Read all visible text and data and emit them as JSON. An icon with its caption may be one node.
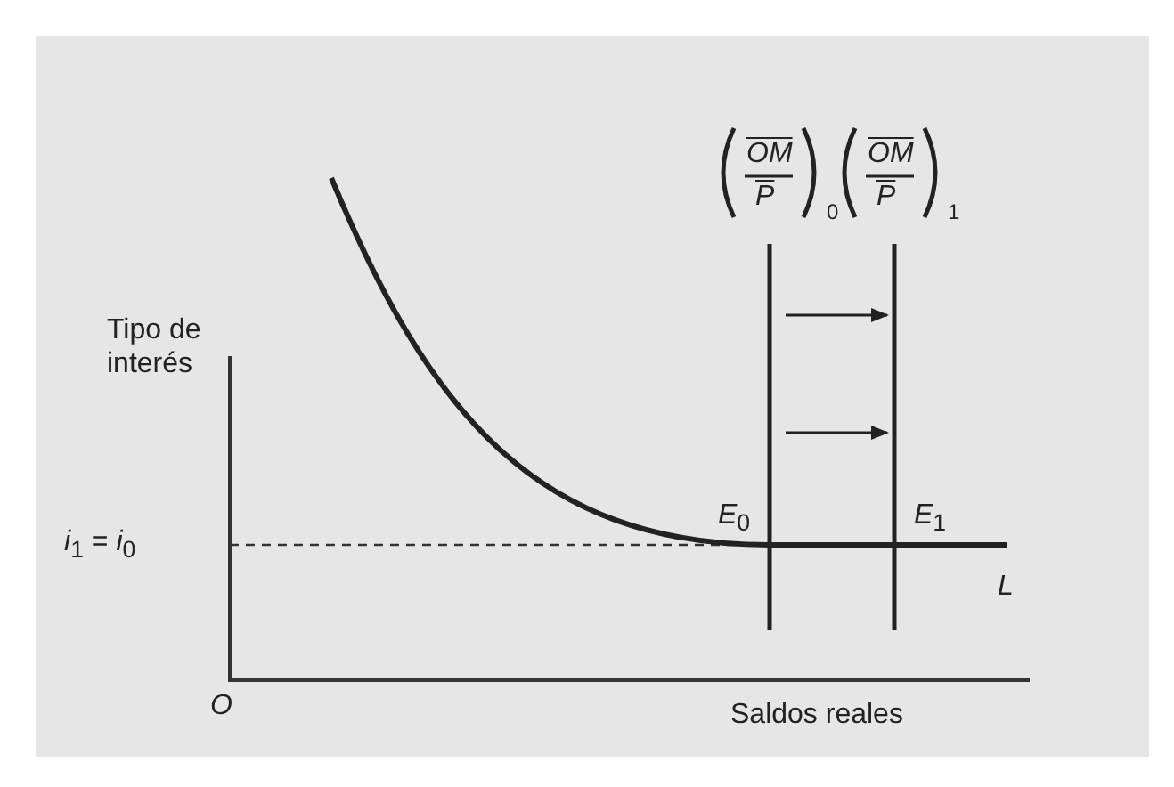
{
  "diagram": {
    "labels": [
      "Tipo de interés",
      "OM",
      "P",
      "0",
      "OM",
      "P",
      "1",
      "*E*$_{0}$",
      "*E*$_{1}$",
      "*i*$_{1}$ = *i*$_{0}$",
      "L",
      "O",
      "Saldos reales"
    ]
  }
}
